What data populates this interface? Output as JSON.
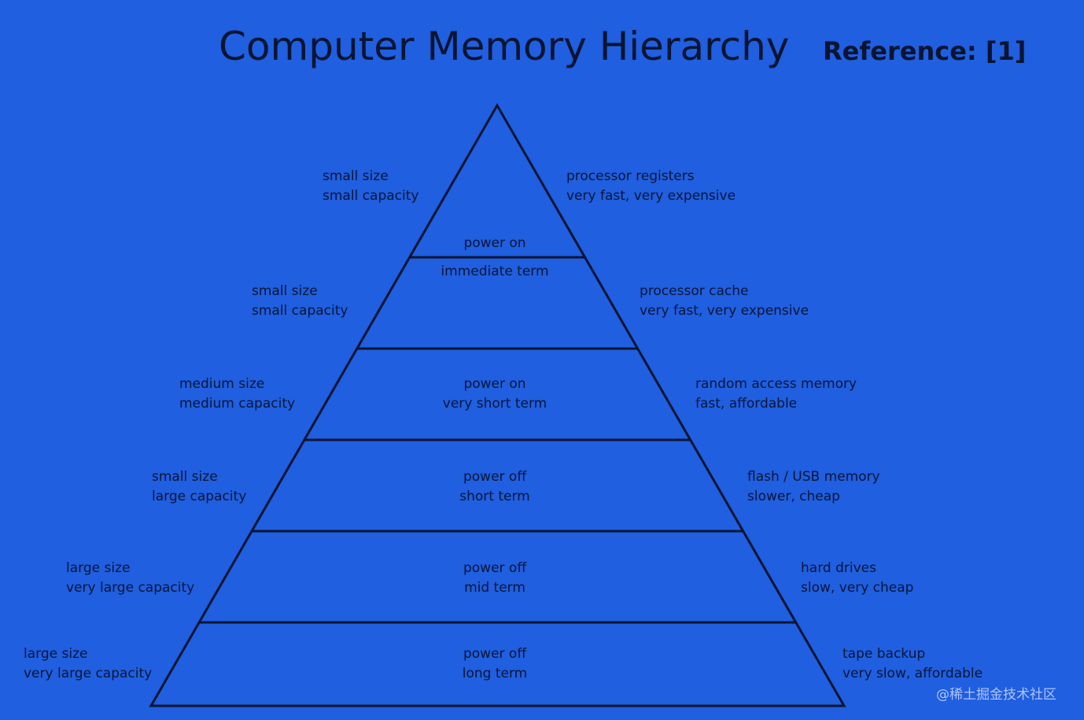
{
  "title": "Computer Memory Hierarchy",
  "reference": "Reference: [1]",
  "levels": [
    {
      "left": [
        "small size",
        "small capacity"
      ],
      "center": [
        "power on",
        "immediate term"
      ],
      "right": [
        "processor registers",
        "very fast, very expensive"
      ]
    },
    {
      "left": [
        "small size",
        "small capacity"
      ],
      "center": [],
      "right": [
        "processor cache",
        "very fast, very expensive"
      ]
    },
    {
      "left": [
        "medium size",
        "medium capacity"
      ],
      "center": [
        "power on",
        "very short term"
      ],
      "right": [
        "random access memory",
        "fast, affordable"
      ]
    },
    {
      "left": [
        "small size",
        "large capacity"
      ],
      "center": [
        "power off",
        "short term"
      ],
      "right": [
        "flash / USB memory",
        "slower, cheap"
      ]
    },
    {
      "left": [
        "large size",
        "very large capacity"
      ],
      "center": [
        "power off",
        "mid term"
      ],
      "right": [
        "hard drives",
        "slow, very cheap"
      ]
    },
    {
      "left": [
        "large size",
        "very large capacity"
      ],
      "center": [
        "power off",
        "long term"
      ],
      "right": [
        "tape backup",
        "very slow, affordable"
      ]
    }
  ],
  "watermark": "@稀土掘金技术社区"
}
